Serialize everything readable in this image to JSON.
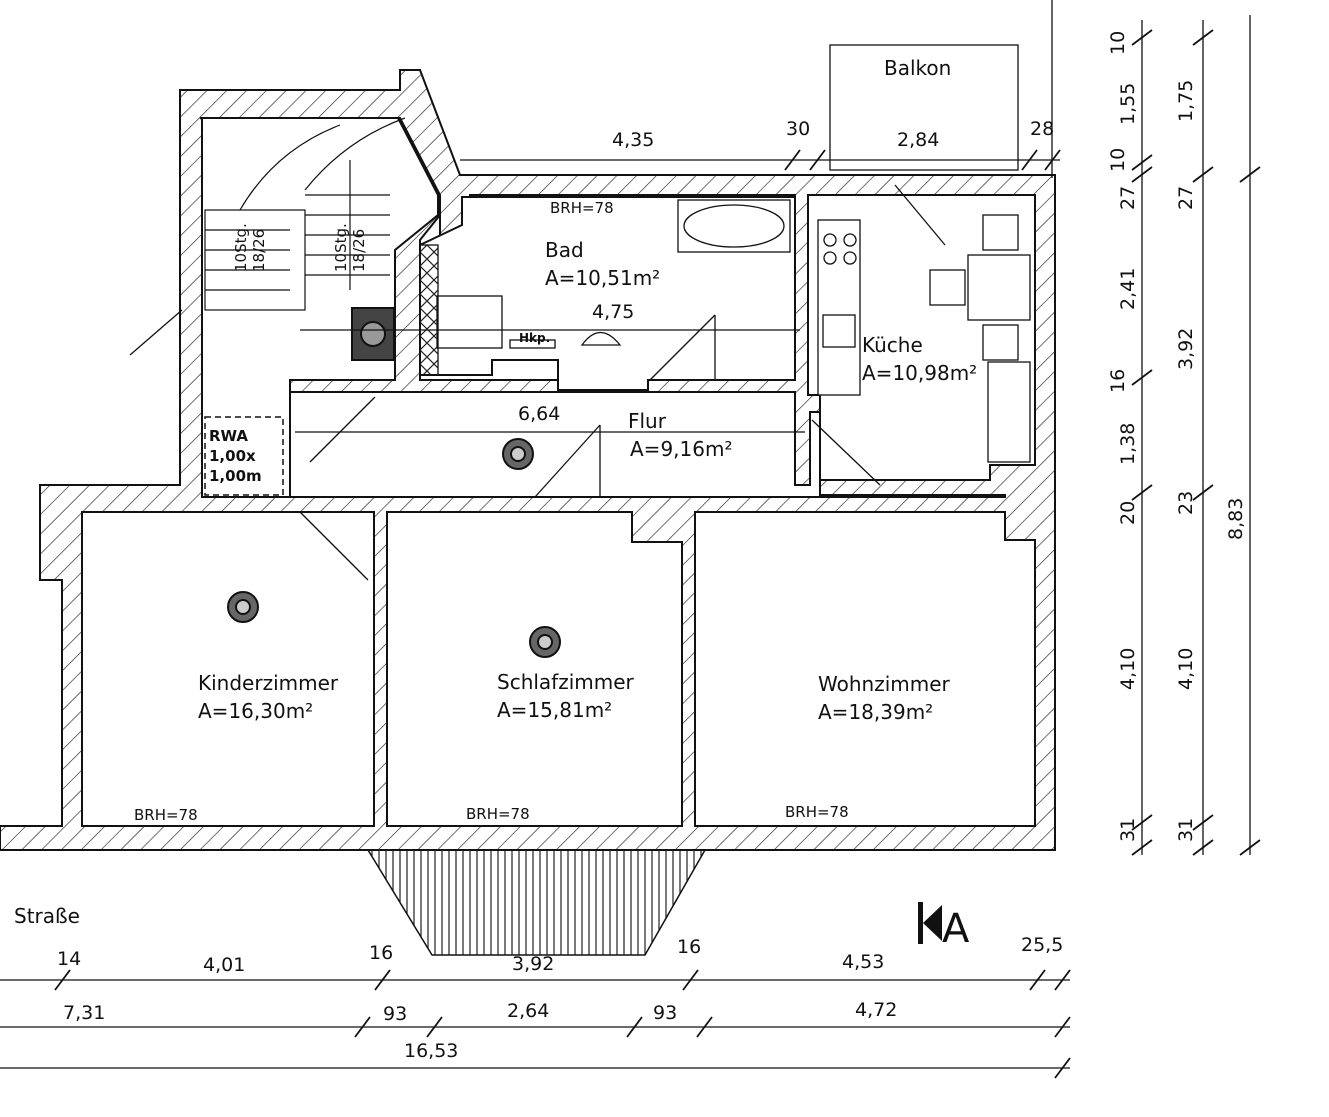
{
  "rooms": {
    "bad": {
      "name": "Bad",
      "area": "A=10,51m²"
    },
    "kueche": {
      "name": "Küche",
      "area": "A=10,98m²"
    },
    "flur": {
      "name": "Flur",
      "area": "A=9,16m²"
    },
    "kinderzimmer": {
      "name": "Kinderzimmer",
      "area": "A=16,30m²"
    },
    "schlafzimmer": {
      "name": "Schlafzimmer",
      "area": "A=15,81m²"
    },
    "wohnzimmer": {
      "name": "Wohnzimmer",
      "area": "A=18,39m²"
    },
    "balkon": {
      "name": "Balkon"
    }
  },
  "labels": {
    "brh_bad": "BRH=78",
    "brh_kinder": "BRH=78",
    "brh_schlaf": "BRH=78",
    "brh_wohn": "BRH=78",
    "hkp": "Hkp.",
    "stairs_left": "10Stg.",
    "stairs_left2": "18/26",
    "stairs_right": "10Stg.",
    "stairs_right2": "18/26",
    "rwa1": "RWA",
    "rwa2": "1,00x",
    "rwa3": "1,00m",
    "strasse": "Straße",
    "section": "A"
  },
  "dims_top": [
    "4,35",
    "30",
    "2,84",
    "28"
  ],
  "dims_inner": [
    "4,75",
    "6,64"
  ],
  "dims_right_a": [
    "10",
    "1,55",
    "10",
    "27",
    "2,41",
    "16",
    "1,38",
    "20",
    "4,10",
    "31"
  ],
  "dims_right_b": [
    "1,75",
    "27",
    "3,92",
    "23",
    "4,10",
    "31"
  ],
  "dims_right_c": [
    "8,83"
  ],
  "dims_bottom_1": [
    "14",
    "4,01",
    "16",
    "3,92",
    "16",
    "4,53",
    "25,5"
  ],
  "dims_bottom_2": [
    "7,31",
    "93",
    "2,64",
    "93",
    "4,72"
  ],
  "dims_bottom_3": [
    "16,53"
  ]
}
